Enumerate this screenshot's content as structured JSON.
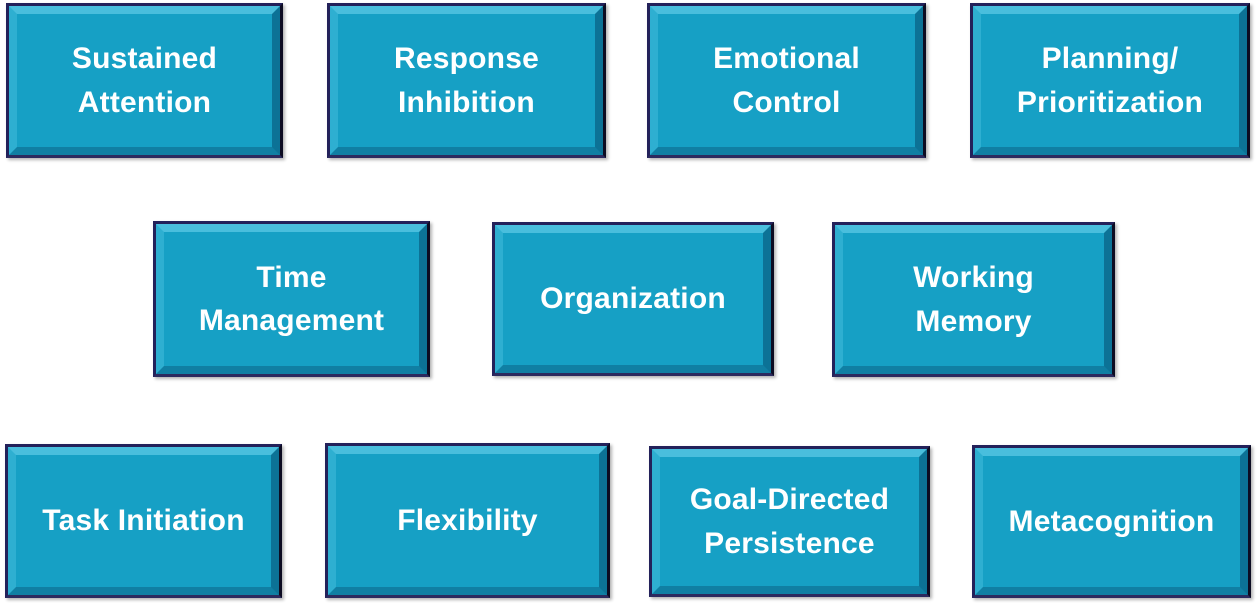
{
  "diagram": {
    "description": "Executive function skills diagram of eleven beveled boxes in three rows",
    "theme": {
      "box_fill": "#16A0C5",
      "box_outer_border": "#23215A",
      "bevel_highlight_top": "#49BEDD",
      "bevel_highlight_left": "#2EAFD1",
      "bevel_shadow_right": "#0C7296",
      "bevel_shadow_bottom": "#107FA3",
      "text_color": "#FFFFFF",
      "background": "#FFFFFF"
    },
    "rows": [
      {
        "boxes": [
          {
            "label": "Sustained\nAttention"
          },
          {
            "label": "Response\nInhibition"
          },
          {
            "label": "Emotional\nControl"
          },
          {
            "label": "Planning/\nPrioritization"
          }
        ]
      },
      {
        "boxes": [
          {
            "label": "Time\nManagement"
          },
          {
            "label": "Organization"
          },
          {
            "label": "Working\nMemory"
          }
        ]
      },
      {
        "boxes": [
          {
            "label": "Task Initiation"
          },
          {
            "label": "Flexibility"
          },
          {
            "label": "Goal-Directed\nPersistence"
          },
          {
            "label": "Metacognition"
          }
        ]
      }
    ]
  }
}
